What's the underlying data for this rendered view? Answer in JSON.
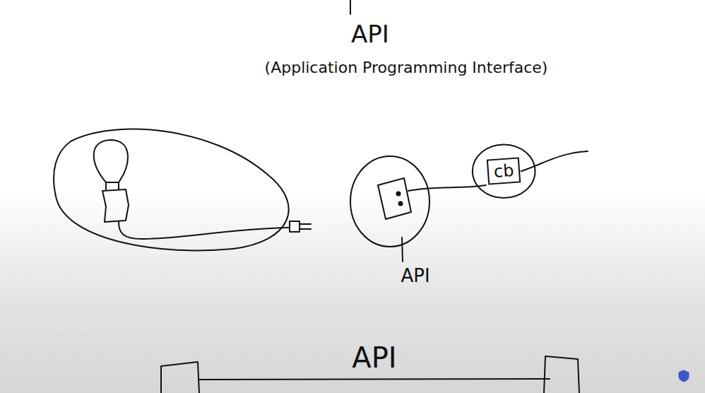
{
  "diagram": {
    "title": "API",
    "nodes": [
      {
        "text": [
          "cb"
        ]
      }
    ],
    "labels": [
      "(Application Programming Interface)",
      "API",
      "API"
    ]
  }
}
